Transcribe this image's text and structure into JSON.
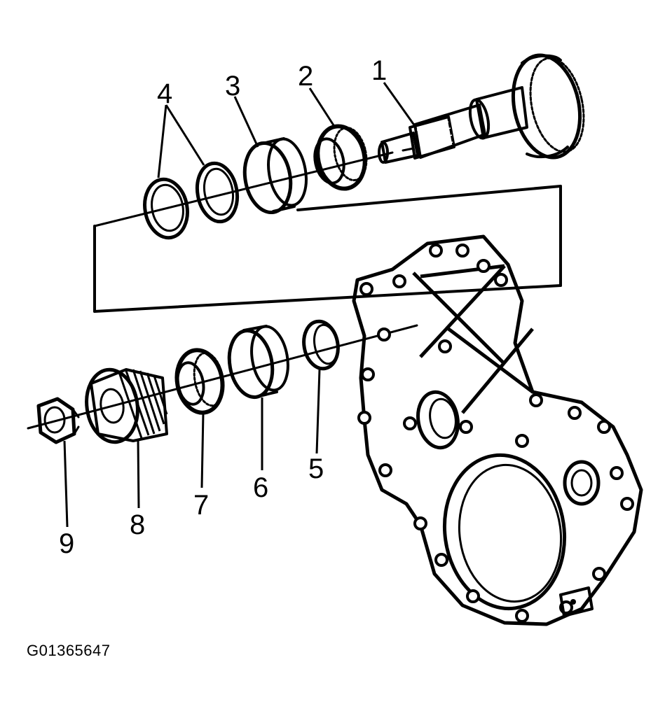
{
  "callouts": [
    "1",
    "2",
    "3",
    "4",
    "5",
    "6",
    "7",
    "8",
    "9"
  ],
  "figure_id": "G01365647"
}
